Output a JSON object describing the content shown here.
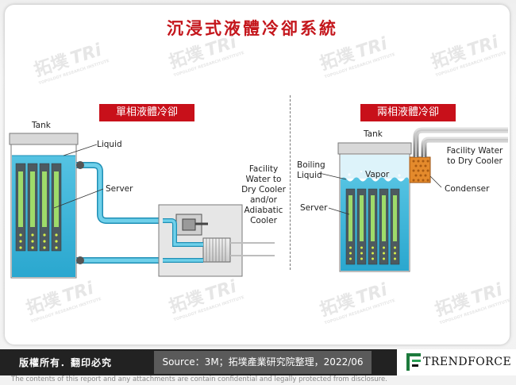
{
  "title": "沉浸式液體冷卻系統",
  "single_phase": {
    "heading": "單相液體冷卻",
    "tank": "Tank",
    "liquid": "Liquid",
    "server": "Server",
    "facility": [
      "Facility",
      "Water to",
      "Dry Cooler",
      "and/or",
      "Adiabatic",
      "Cooler"
    ]
  },
  "two_phase": {
    "heading": "兩相液體冷卻",
    "tank": "Tank",
    "boiling": [
      "Boiling",
      "Liquid"
    ],
    "vapor": "Vapor",
    "server": "Server",
    "condenser": "Condenser",
    "facility": [
      "Facility Water",
      "to Dry Cooler"
    ]
  },
  "watermark": {
    "brand": "拓墣",
    "mark": "TRi",
    "tagline": "TOPOLOGY RESEARCH INSTITUTE"
  },
  "footer": {
    "copyright": "版權所有．翻印必究",
    "source": "Source：3M；拓墣產業研究院整理，2022/06",
    "logo": "TRENDFORCE",
    "disclaimer": "The contents of this report and any attachments are contain confidential and legally protected from disclosure."
  },
  "colors": {
    "accent_red": "#c8101a",
    "liquid": "#3bb4d8",
    "liquid_light": "#cdeff8",
    "pipe": "#4fc0de",
    "condenser": "#e48a2c"
  }
}
